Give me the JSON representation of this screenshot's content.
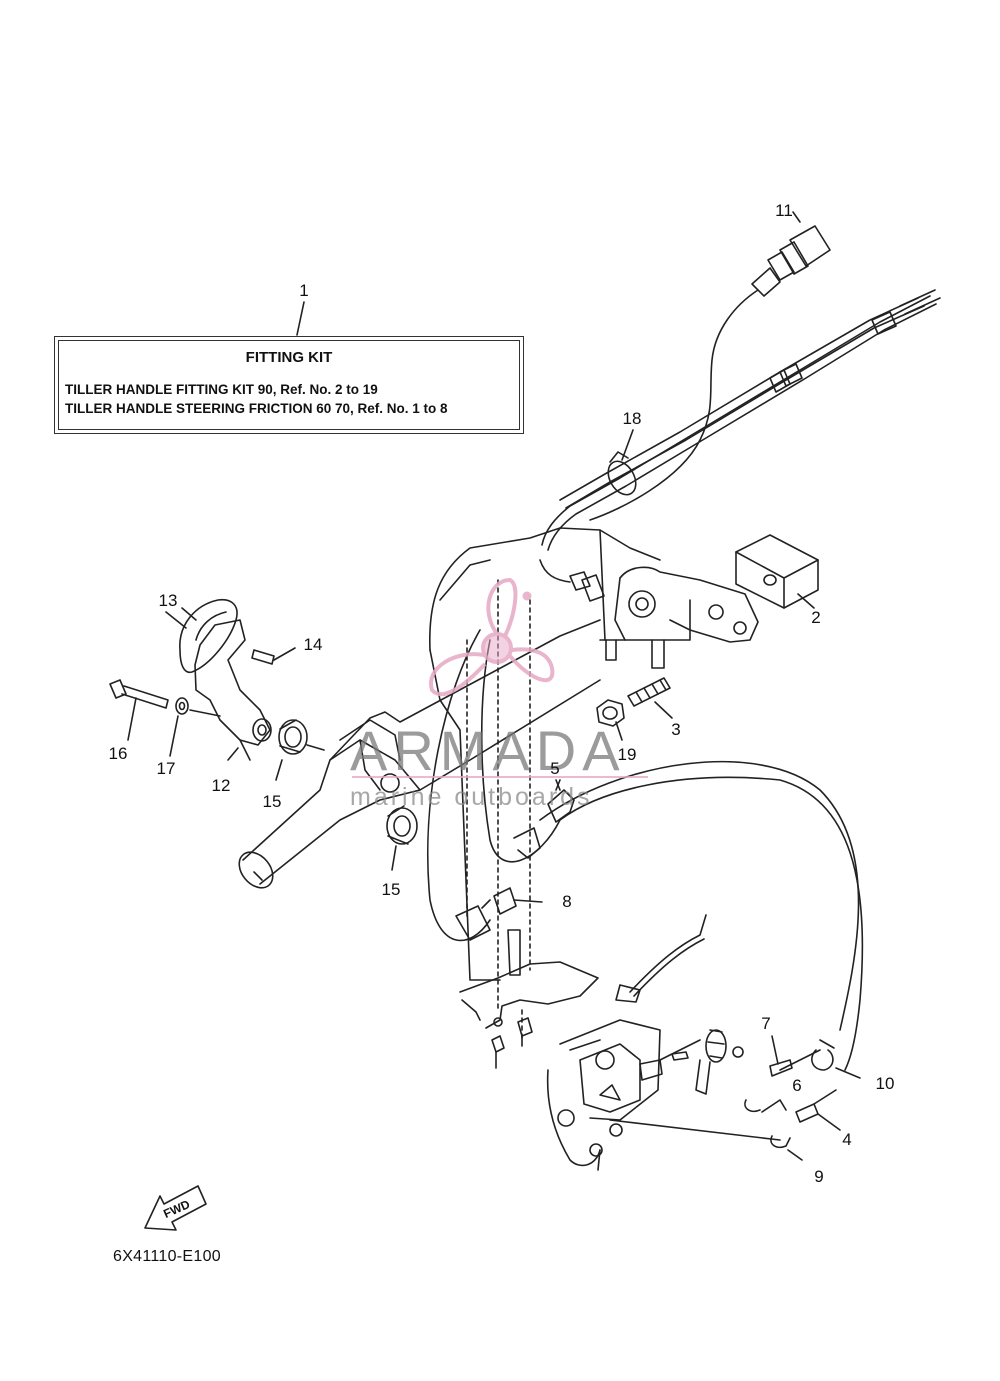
{
  "fitting_kit": {
    "title": "FITTING KIT",
    "line1": "TILLER HANDLE FITTING KIT 90, Ref. No. 2 to 19",
    "line2": "TILLER HANDLE STEERING FRICTION 60 70, Ref. No. 1 to 8"
  },
  "callouts": {
    "c1": "1",
    "c2": "2",
    "c3": "3",
    "c4": "4",
    "c5": "5",
    "c6": "6",
    "c7": "7",
    "c8": "8",
    "c9": "9",
    "c10": "10",
    "c11": "11",
    "c12": "12",
    "c13": "13",
    "c14": "14",
    "c15a": "15",
    "c15b": "15",
    "c16": "16",
    "c17": "17",
    "c18": "18",
    "c19": "19"
  },
  "fwd_label": "FWD",
  "diagram_code": "6X41110-E100",
  "watermark": {
    "brand": "ARMADA",
    "tagline": "marine outboards",
    "accent_color": "#e6a9c4"
  },
  "colors": {
    "line": "#222222",
    "background": "#ffffff"
  }
}
